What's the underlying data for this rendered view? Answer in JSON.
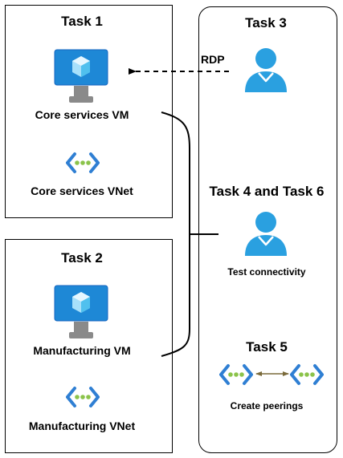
{
  "task1": {
    "title": "Task 1",
    "vm_label": "Core services VM",
    "vnet_label": "Core services VNet"
  },
  "task2": {
    "title": "Task 2",
    "vm_label": "Manufacturing VM",
    "vnet_label": "Manufacturing VNet"
  },
  "task3": {
    "title": "Task 3",
    "rdp_label": "RDP"
  },
  "task4and6": {
    "title": "Task 4 and Task 6",
    "caption": "Test connectivity"
  },
  "task5": {
    "title": "Task 5",
    "caption": "Create peerings"
  },
  "colors": {
    "vm_blue": "#1e88d6",
    "vnet_blue": "#2f7fd3",
    "vnet_green": "#8bc34a",
    "user_blue": "#2aa0e0",
    "peering_arrow": "#7a6a3a"
  },
  "icons": {
    "vm": "virtual-machine-icon",
    "vnet": "virtual-network-icon",
    "user": "user-icon"
  }
}
